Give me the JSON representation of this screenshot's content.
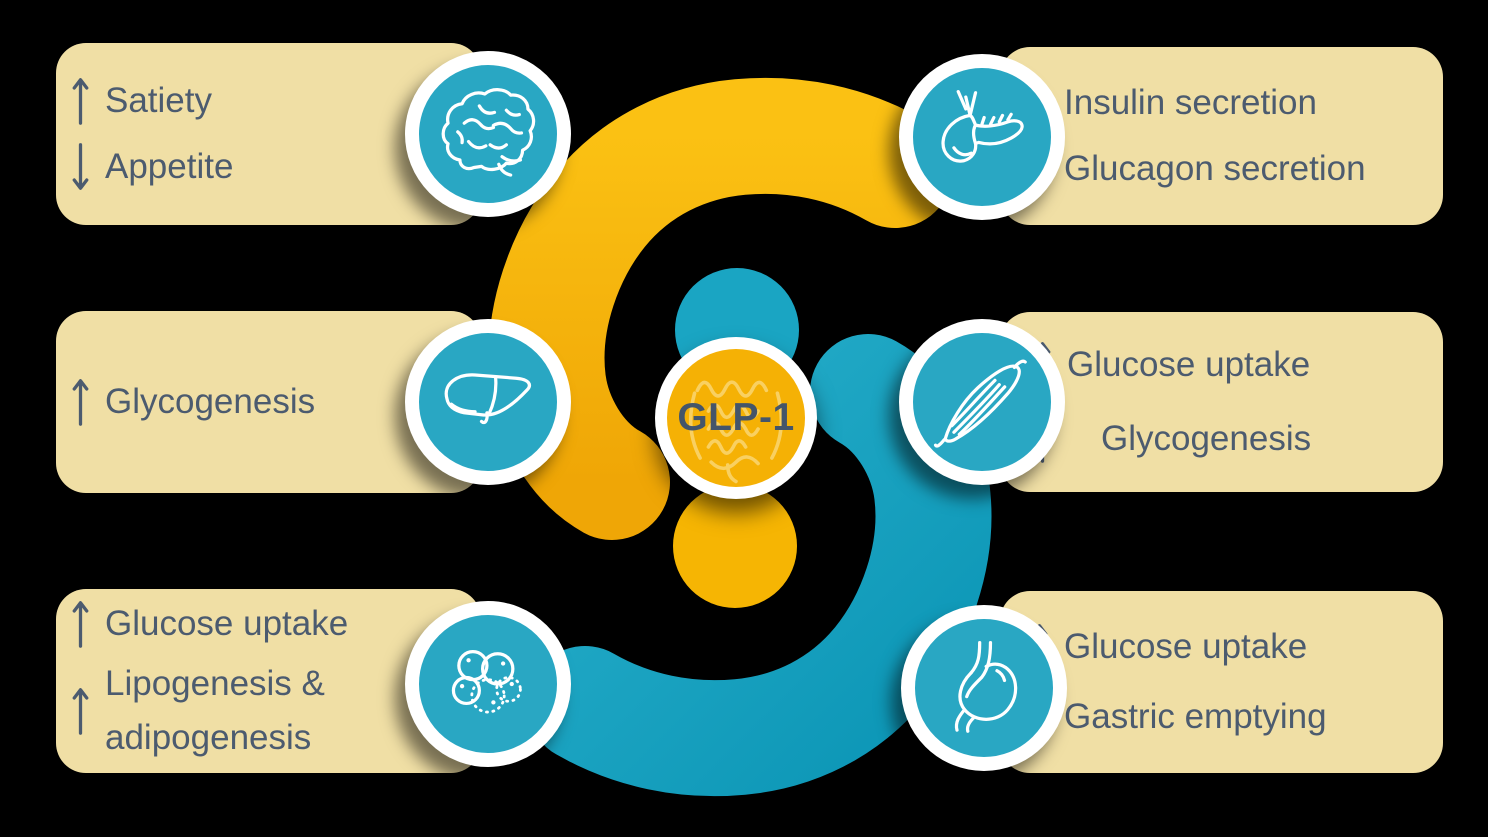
{
  "center": {
    "label": "GLP-1"
  },
  "colors": {
    "background": "#000000",
    "gold": "#F6B203",
    "teal": "#12A2C2",
    "icon_circle": "#29A7C3",
    "card": "#F0DFA5",
    "text": "#4C5B6F"
  },
  "glyphs": {
    "up": "↑",
    "down": "↓"
  },
  "cards": [
    {
      "organ": "brain",
      "position": "top-left",
      "lines": [
        {
          "direction": "increase",
          "text": "Satiety"
        },
        {
          "direction": "decrease",
          "text": "Appetite"
        }
      ]
    },
    {
      "organ": "pancreas",
      "position": "top-right",
      "lines": [
        {
          "direction": "increase",
          "text": "Insulin secretion"
        },
        {
          "direction": "decrease",
          "text": "Glucagon secretion"
        }
      ]
    },
    {
      "organ": "liver",
      "position": "middle-left",
      "lines": [
        {
          "direction": "increase",
          "text": "Glycogenesis"
        }
      ]
    },
    {
      "organ": "muscle",
      "position": "middle-right",
      "lines": [
        {
          "direction": "increase",
          "text": "Glucose uptake"
        },
        {
          "direction": "increase",
          "text": "Glycogenesis"
        }
      ]
    },
    {
      "organ": "adipose-tissue",
      "position": "bottom-left",
      "lines": [
        {
          "direction": "increase",
          "text": "Glucose uptake"
        },
        {
          "direction": "increase",
          "text": "Lipogenesis & adipogenesis"
        }
      ]
    },
    {
      "organ": "stomach",
      "position": "bottom-right",
      "lines": [
        {
          "direction": "increase",
          "text": "Glucose uptake"
        },
        {
          "direction": "decrease",
          "text": "Gastric emptying"
        }
      ]
    }
  ]
}
